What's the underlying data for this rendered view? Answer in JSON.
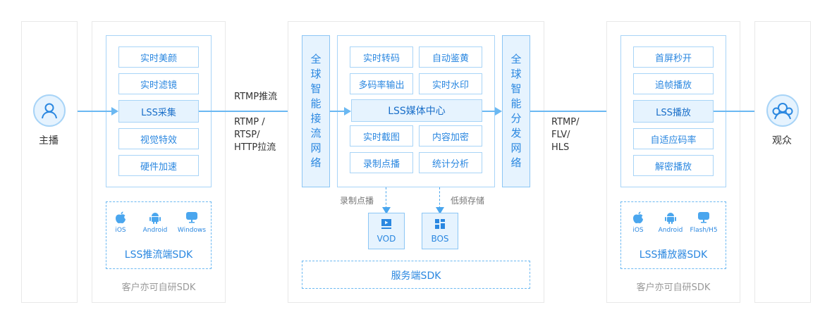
{
  "broadcaster": {
    "label": "主播",
    "icon": "user-icon"
  },
  "audience": {
    "label": "观众",
    "icon": "group-icon"
  },
  "push_client": {
    "features": [
      "实时美颜",
      "实时滤镜",
      "LSS采集",
      "视觉特效",
      "硬件加速"
    ],
    "highlight_index": 2,
    "platforms": [
      {
        "icon": "apple-icon",
        "label": "iOS"
      },
      {
        "icon": "android-icon",
        "label": "Android"
      },
      {
        "icon": "monitor-icon",
        "label": "Windows"
      }
    ],
    "sdk_title": "LSS推流端SDK",
    "footer": "客户亦可自研SDK"
  },
  "push_protocols": {
    "top": "RTMP推流",
    "bottom": [
      "RTMP /",
      "RTSP/",
      "HTTP拉流"
    ]
  },
  "server": {
    "ingest_network": [
      "全",
      "球",
      "智",
      "能",
      "接",
      "流",
      "网",
      "络"
    ],
    "distribution_network": [
      "全",
      "球",
      "智",
      "能",
      "分",
      "发",
      "网",
      "络"
    ],
    "media_grid": [
      [
        "实时转码",
        "自动鉴黄"
      ],
      [
        "多码率输出",
        "实时水印"
      ],
      [
        "实时截图",
        "内容加密"
      ],
      [
        "录制点播",
        "统计分析"
      ]
    ],
    "media_center": "LSS媒体中心",
    "record_label": "录制点播",
    "storage_label": "低频存储",
    "vod": {
      "label": "VOD",
      "icon": "video-icon"
    },
    "bos": {
      "label": "BOS",
      "icon": "grid-icon"
    },
    "sdk_title": "服务端SDK"
  },
  "play_protocols": [
    "RTMP/",
    "FLV/",
    "HLS"
  ],
  "player_client": {
    "features": [
      "首屏秒开",
      "追帧播放",
      "LSS播放",
      "自适应码率",
      "解密播放"
    ],
    "highlight_index": 2,
    "platforms": [
      {
        "icon": "apple-icon",
        "label": "iOS"
      },
      {
        "icon": "android-icon",
        "label": "Android"
      },
      {
        "icon": "monitor-icon",
        "label": "Flash/H5"
      }
    ],
    "sdk_title": "LSS播放器SDK",
    "footer": "客户亦可自研SDK"
  },
  "colors": {
    "accent": "#2a87e0",
    "light_fill": "#e6f3fe",
    "border_blue": "#a8d4f7",
    "line": "#6bb8f2",
    "outer_border": "#e8e8e8"
  }
}
